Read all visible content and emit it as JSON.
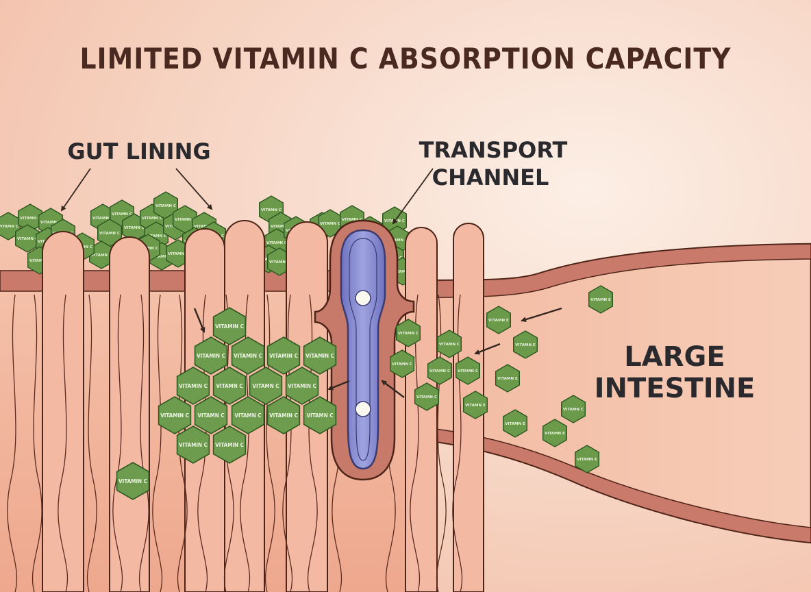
{
  "title": "LIMITED VITAMIN C ABSORPTION CAPACITY",
  "labels": {
    "gut_lining": "GUT LINING",
    "transport_channel": [
      "TRANSPORT",
      "CHANNEL"
    ],
    "large_intestine": [
      "LARGE",
      "INTESTINE"
    ]
  },
  "molecule_labels": {
    "absorbed": "VITAMIN C",
    "absorbed_variant": "VITAMN C",
    "lumen": "VITAMN E",
    "lumen_alt": "VITAMN C",
    "surface": "VITAMN C"
  },
  "colors": {
    "title": "#4a2a20",
    "label": "#2a2a2e",
    "background": "#f7d8c8",
    "tissue": "#f2b8a0",
    "muscle_band": "#c87a6a",
    "outline": "#4e2418",
    "hexagon_fill": "#6e9c4e",
    "hexagon_stroke": "#2f5a22",
    "channel_fill": "#8a8fd0",
    "channel_outline": "#3a3a70"
  },
  "icons": [
    "arrow-icon",
    "hexagon-molecule-icon",
    "transport-pore-icon"
  ]
}
